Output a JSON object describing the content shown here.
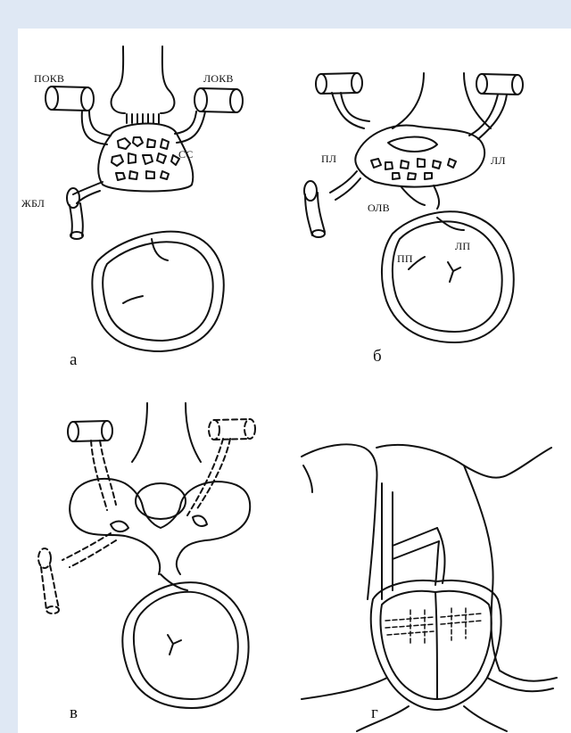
{
  "panels": {
    "a": {
      "letter": "а",
      "labels": {
        "pokv": "ПОКВ",
        "lokv": "ЛОКВ",
        "ss": "СС",
        "zhbl": "ЖБЛ"
      }
    },
    "b": {
      "letter": "б",
      "labels": {
        "pl": "ПЛ",
        "ll": "ЛЛ",
        "olv": "ОЛВ",
        "pp": "ПП",
        "lp": "ЛП"
      }
    },
    "v": {
      "letter": "в",
      "labels": {}
    },
    "g": {
      "letter": "г",
      "labels": {}
    }
  },
  "colors": {
    "background": "#dfe8f4",
    "frame": "#ffffff",
    "ink": "#111111"
  }
}
